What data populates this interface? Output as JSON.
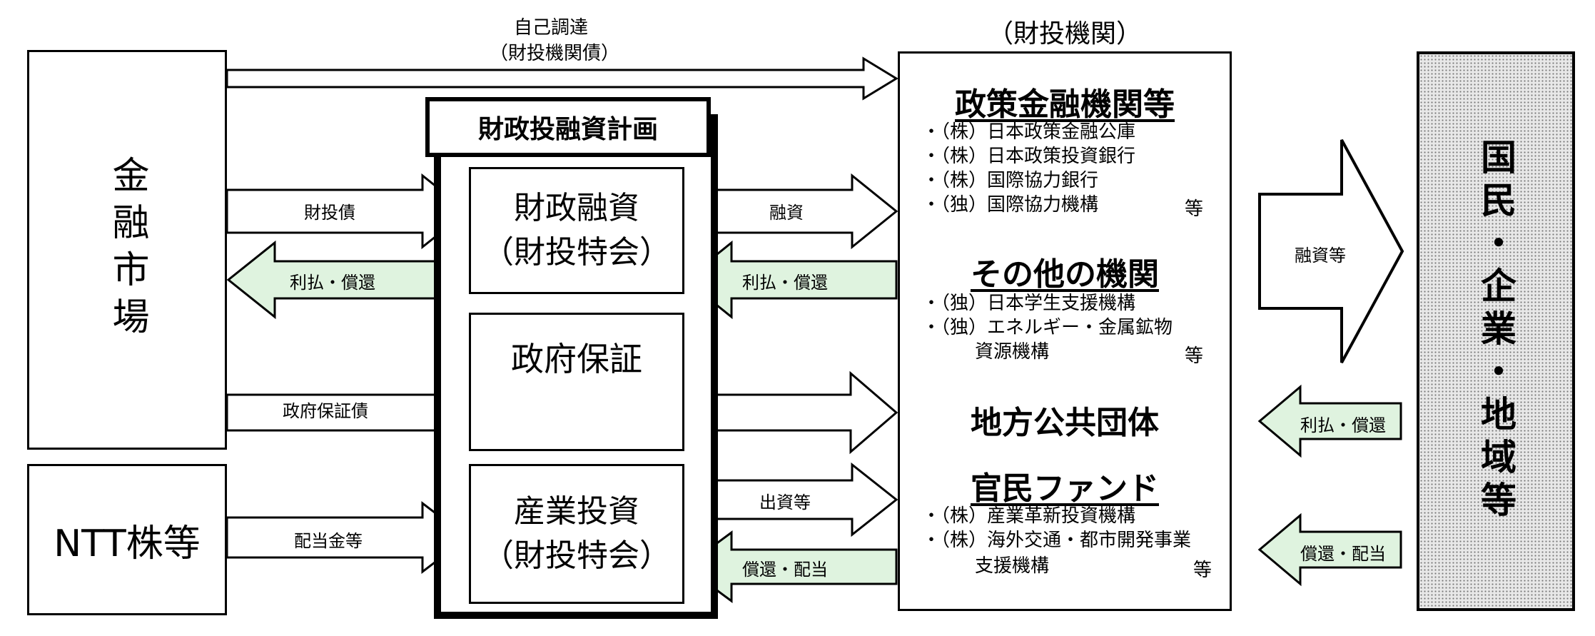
{
  "financial_market": {
    "label": "金融市場"
  },
  "ntt": {
    "label": "NTT株等"
  },
  "plan": {
    "title": "財政投融資計画",
    "zaisei_line1": "財政融資",
    "zaisei_line2": "（財投特会）",
    "hosho": "政府保証",
    "sangyo_line1": "産業投資",
    "sangyo_line2": "（財投特会）"
  },
  "agencies": {
    "caption": "（財投機関）",
    "groups": [
      {
        "heading": "政策金融機関等",
        "items": [
          "・（株）日本政策金融公庫",
          "・（株）日本政策投資銀行",
          "・（株）国際協力銀行",
          "・（独）国際協力機構"
        ],
        "etc": "等"
      },
      {
        "heading": "その他の機関",
        "items": [
          "・（独）日本学生支援機構",
          "・（独）エネルギー・金属鉱物",
          "資源機構"
        ],
        "etc": "等"
      },
      {
        "heading": "地方公共団体",
        "items": [],
        "etc": ""
      },
      {
        "heading": "官民ファンド",
        "items": [
          "・（株）産業革新投資機構",
          "・（株）海外交通・都市開発事業",
          "支援機構"
        ],
        "etc": "等"
      }
    ]
  },
  "people": {
    "label": "国民・企業・地域等"
  },
  "flows": {
    "self_raise_line1": "自己調達",
    "self_raise_line2": "（財投機関債）",
    "zaito_bonds": "財投債",
    "interest_repay_market": "利払・償還",
    "loan": "融資",
    "interest_repay_agency": "利払・償還",
    "govt_guaranteed_bonds": "政府保証債",
    "dividends": "配当金等",
    "investment": "出資等",
    "repay_dividend": "償還・配当",
    "loans_etc": "融資等",
    "interest_repay_people": "利払・償還",
    "repay_dividend_people": "償還・配当"
  },
  "colors": {
    "return_arrow": "#dff3df",
    "forward_arrow": "#ffffff",
    "stroke": "#000000"
  }
}
